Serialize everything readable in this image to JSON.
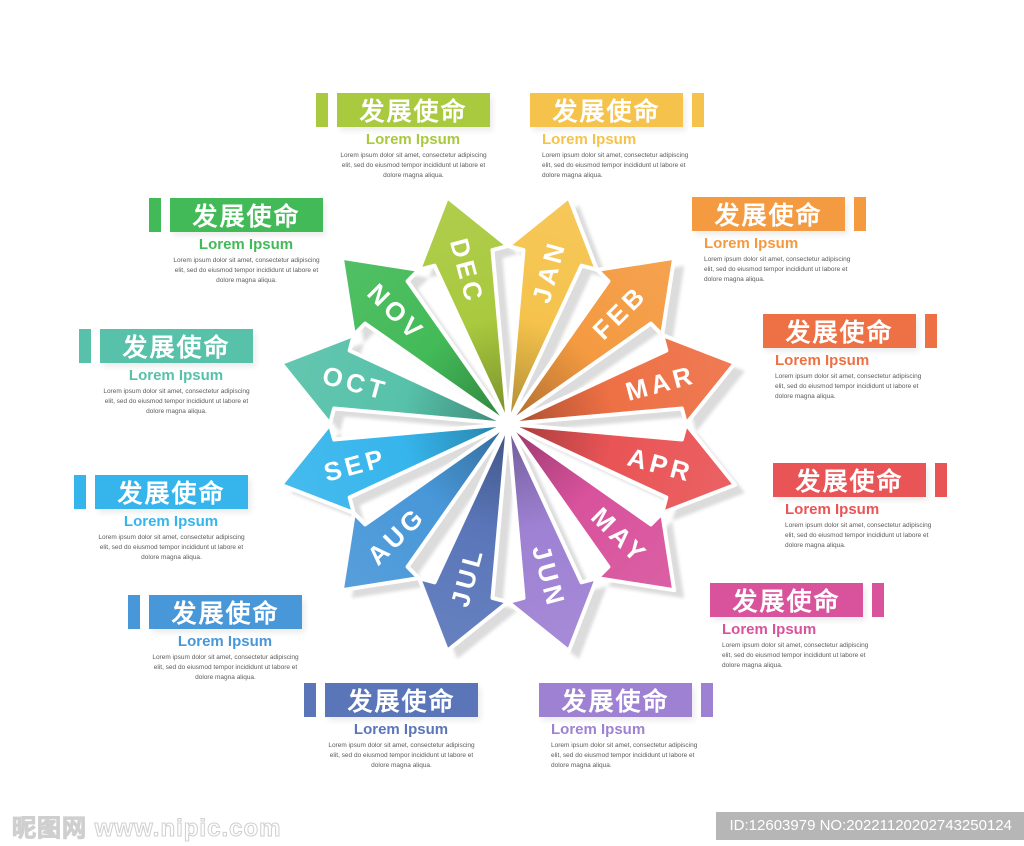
{
  "diagram": {
    "type": "pinwheel-month-cycle",
    "center_months_clockwise_from_top": [
      "JAN",
      "FEB",
      "MAR",
      "APR",
      "MAY",
      "JUN",
      "JUL",
      "AUG",
      "SEP",
      "OCT",
      "NOV",
      "DEC"
    ]
  },
  "items": [
    {
      "month": "JAN",
      "title": "发展使命",
      "subtitle": "Lorem Ipsum",
      "body": "Lorem ipsum dolor sit amet, consectetur adipiscing elit, sed do eiusmod tempor incididunt ut labore et dolore magna aliqua.",
      "color": "#f5c34c"
    },
    {
      "month": "FEB",
      "title": "发展使命",
      "subtitle": "Lorem Ipsum",
      "body": "Lorem ipsum dolor sit amet, consectetur adipiscing elit, sed do eiusmod tempor incididunt ut labore et dolore magna aliqua.",
      "color": "#f49a41"
    },
    {
      "month": "MAR",
      "title": "发展使命",
      "subtitle": "Lorem Ipsum",
      "body": "Lorem ipsum dolor sit amet, consectetur adipiscing elit, sed do eiusmod tempor incididunt ut labore et dolore magna aliqua.",
      "color": "#ee7045"
    },
    {
      "month": "APR",
      "title": "发展使命",
      "subtitle": "Lorem Ipsum",
      "body": "Lorem ipsum dolor sit amet, consectetur adipiscing elit, sed do eiusmod tempor incididunt ut labore et dolore magna aliqua.",
      "color": "#e95456"
    },
    {
      "month": "MAY",
      "title": "发展使命",
      "subtitle": "Lorem Ipsum",
      "body": "Lorem ipsum dolor sit amet, consectetur adipiscing elit, sed do eiusmod tempor incididunt ut labore et dolore magna aliqua.",
      "color": "#d8529c"
    },
    {
      "month": "JUN",
      "title": "发展使命",
      "subtitle": "Lorem Ipsum",
      "body": "Lorem ipsum dolor sit amet, consectetur adipiscing elit, sed do eiusmod tempor incididunt ut labore et dolore magna aliqua.",
      "color": "#9e81d3"
    },
    {
      "month": "JUL",
      "title": "发展使命",
      "subtitle": "Lorem Ipsum",
      "body": "Lorem ipsum dolor sit amet, consectetur adipiscing elit, sed do eiusmod tempor incididunt ut labore et dolore magna aliqua.",
      "color": "#5a76b9"
    },
    {
      "month": "AUG",
      "title": "发展使命",
      "subtitle": "Lorem Ipsum",
      "body": "Lorem ipsum dolor sit amet, consectetur adipiscing elit, sed do eiusmod tempor incididunt ut labore et dolore magna aliqua.",
      "color": "#4897d8"
    },
    {
      "month": "SEP",
      "title": "发展使命",
      "subtitle": "Lorem Ipsum",
      "body": "Lorem ipsum dolor sit amet, consectetur adipiscing elit, sed do eiusmod tempor incididunt ut labore et dolore magna aliqua.",
      "color": "#36b5ec"
    },
    {
      "month": "OCT",
      "title": "发展使命",
      "subtitle": "Lorem Ipsum",
      "body": "Lorem ipsum dolor sit amet, consectetur adipiscing elit, sed do eiusmod tempor incididunt ut labore et dolore magna aliqua.",
      "color": "#57c1a9"
    },
    {
      "month": "NOV",
      "title": "发展使命",
      "subtitle": "Lorem Ipsum",
      "body": "Lorem ipsum dolor sit amet, consectetur adipiscing elit, sed do eiusmod tempor incididunt ut labore et dolore magna aliqua.",
      "color": "#43ba58"
    },
    {
      "month": "DEC",
      "title": "发展使命",
      "subtitle": "Lorem Ipsum",
      "body": "Lorem ipsum dolor sit amet, consectetur adipiscing elit, sed do eiusmod tempor incididunt ut labore et dolore magna aliqua.",
      "color": "#a9c93e"
    }
  ],
  "watermark": {
    "site_text": "昵图网 www.nipic.com",
    "id_text": "ID:12603979 NO:20221120202743250124"
  }
}
